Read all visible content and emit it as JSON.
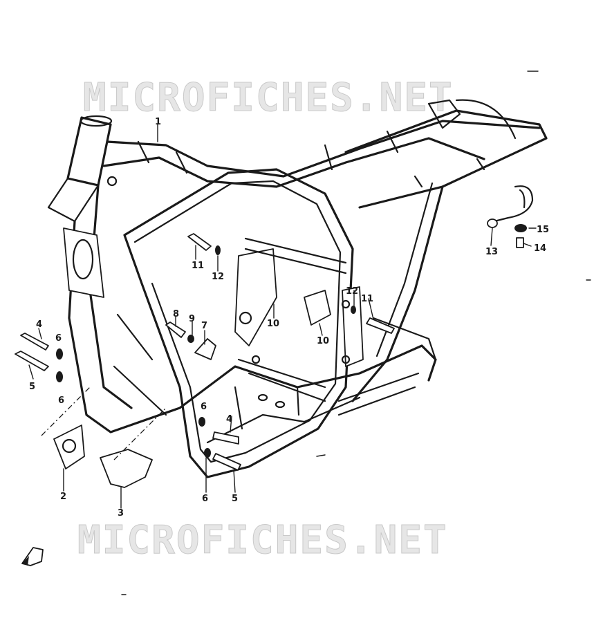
{
  "watermark_top": "MICROFICHES.NET",
  "watermark_bottom": "MICROFICHES.NET",
  "callouts": [
    {
      "id": "c1",
      "text": "1"
    },
    {
      "id": "c2",
      "text": "2"
    },
    {
      "id": "c3",
      "text": "3"
    },
    {
      "id": "c4a",
      "text": "4"
    },
    {
      "id": "c4b",
      "text": "4"
    },
    {
      "id": "c5a",
      "text": "5"
    },
    {
      "id": "c5b",
      "text": "5"
    },
    {
      "id": "c6a",
      "text": "6"
    },
    {
      "id": "c6b",
      "text": "6"
    },
    {
      "id": "c6c",
      "text": "6"
    },
    {
      "id": "c6d",
      "text": "6"
    },
    {
      "id": "c7",
      "text": "7"
    },
    {
      "id": "c8",
      "text": "8"
    },
    {
      "id": "c9",
      "text": "9"
    },
    {
      "id": "c10a",
      "text": "10"
    },
    {
      "id": "c10b",
      "text": "10"
    },
    {
      "id": "c11a",
      "text": "11"
    },
    {
      "id": "c11b",
      "text": "11"
    },
    {
      "id": "c12a",
      "text": "12"
    },
    {
      "id": "c12b",
      "text": "12"
    },
    {
      "id": "c13",
      "text": "13"
    },
    {
      "id": "c14",
      "text": "14"
    },
    {
      "id": "c15",
      "text": "15"
    }
  ]
}
